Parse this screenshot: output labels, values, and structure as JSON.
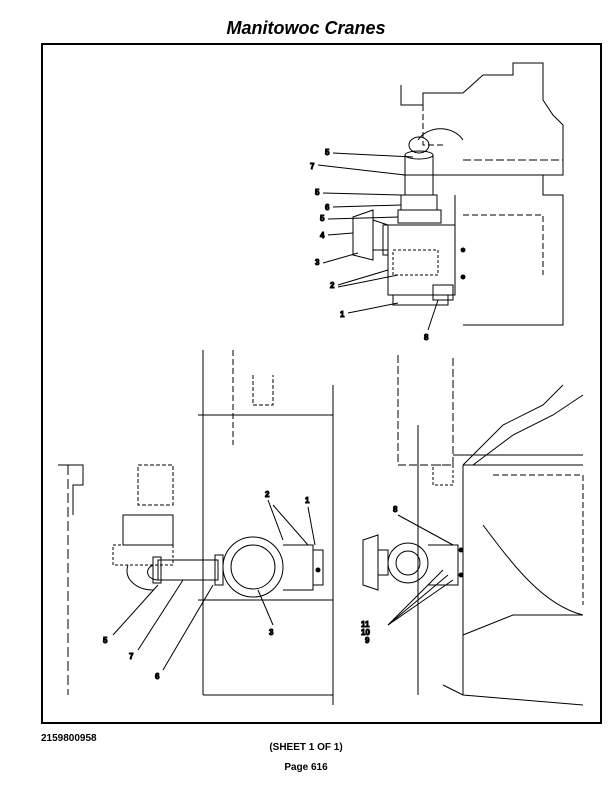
{
  "header": {
    "title": "Manitowoc Cranes"
  },
  "diagram": {
    "callouts_top": [
      "5",
      "7",
      "5",
      "6",
      "5",
      "4",
      "3",
      "2",
      "1",
      "8"
    ],
    "callouts_bottom_left": [
      "2",
      "1",
      "3",
      "5",
      "7",
      "6"
    ],
    "callouts_bottom_right": [
      "8",
      "11",
      "10",
      "9"
    ]
  },
  "footer": {
    "doc_number": "2159800958",
    "sheet": "(SHEET 1 OF 1)",
    "page": "Page 616"
  }
}
